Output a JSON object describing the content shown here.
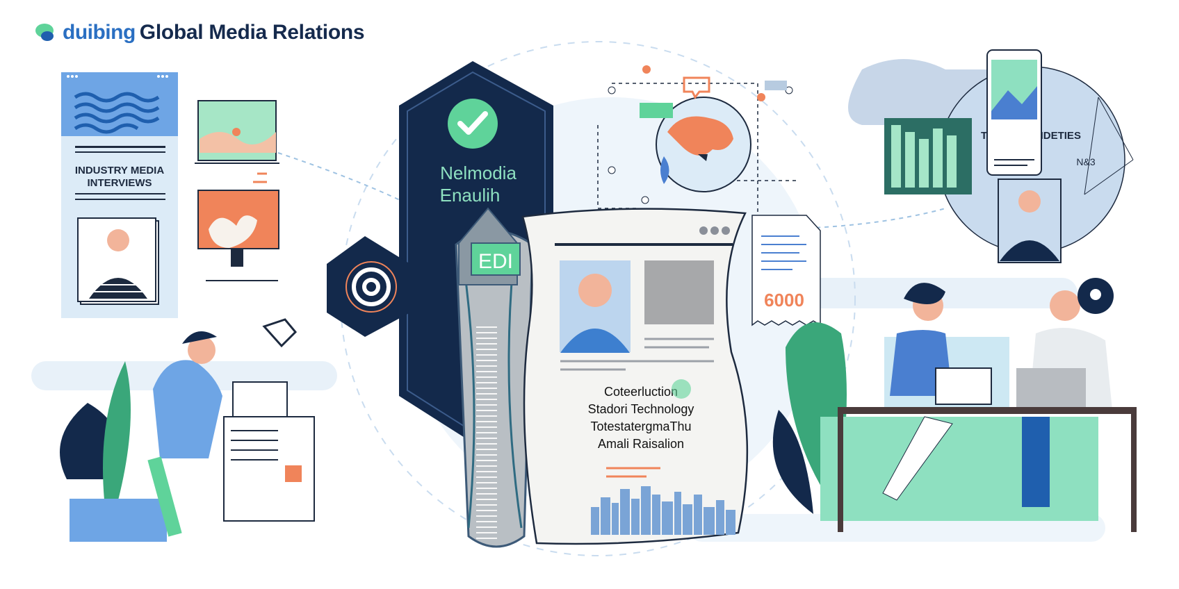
{
  "header": {
    "brand": "duibing",
    "title": "Global Media Relations"
  },
  "left_card": {
    "line1": "INDUSTRY MEDIA",
    "line2": "INTERVIEWS"
  },
  "shield": {
    "line1": "Nelmodia",
    "line2": "Enaulih"
  },
  "tube_label": "EDI",
  "invoice_amount": "6000",
  "newspaper": {
    "line1": "Coteerluction",
    "line2": "Stadori Technology",
    "line3": "Totestatergma­Thu",
    "line4": "Amali Raisalion"
  },
  "top_right_panel": {
    "label": "TODUILF ENDETIES",
    "sub": "N&3"
  },
  "colors": {
    "navy": "#13294b",
    "green": "#5fd39a",
    "blue": "#4a7fd0",
    "orange": "#f0845a",
    "light_blue": "#dcebf7"
  }
}
